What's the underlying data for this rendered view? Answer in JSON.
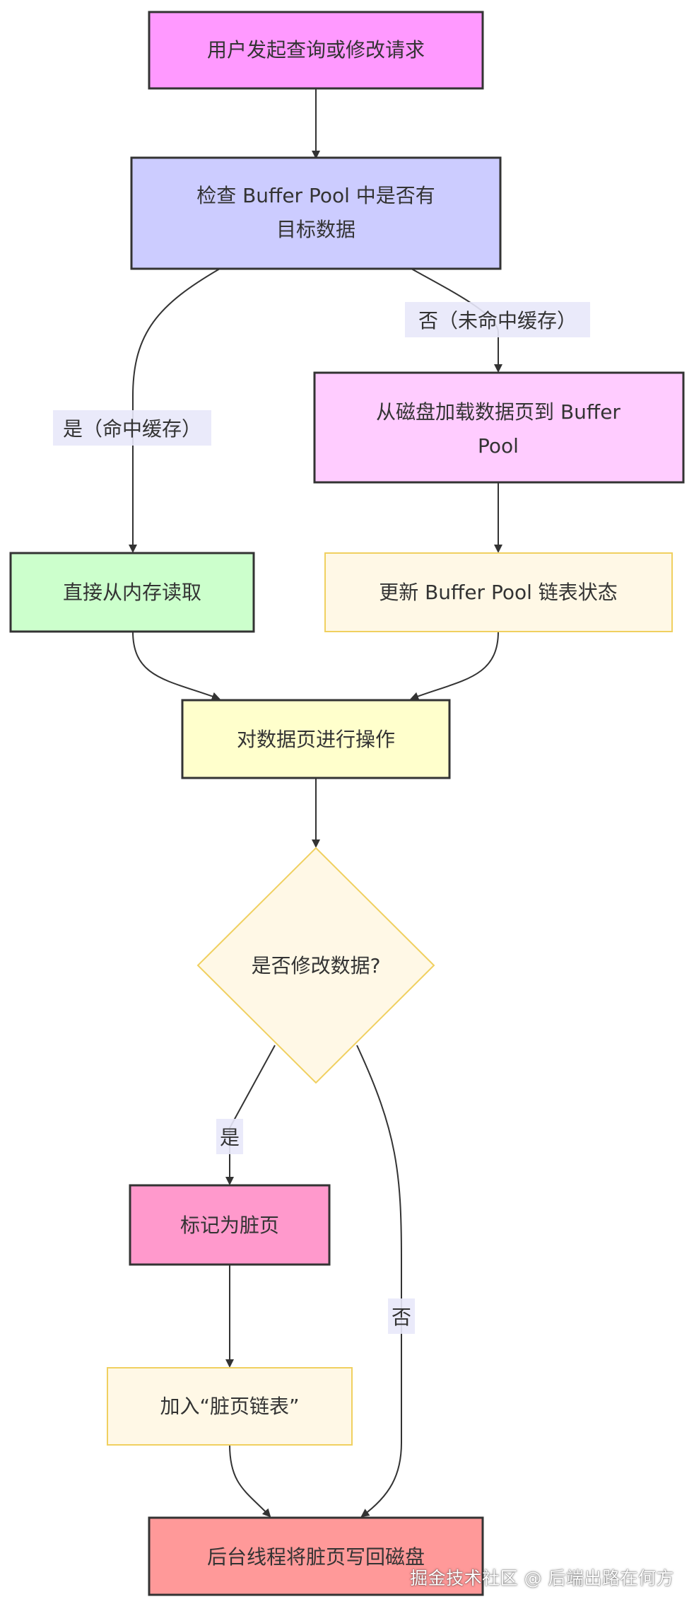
{
  "nodes": {
    "user_request": {
      "text": "用户发起查询或修改请求",
      "fill": "#ff99ff",
      "stroke": "#333333"
    },
    "check_pool": {
      "line1": "检查 Buffer Pool 中是否有",
      "line2": "目标数据",
      "fill": "#ccccff",
      "stroke": "#333333"
    },
    "load_disk": {
      "line1": "从磁盘加载数据页到 Buffer",
      "line2": "Pool",
      "fill": "#ffccff",
      "stroke": "#333333"
    },
    "read_memory": {
      "text": "直接从内存读取",
      "fill": "#ccffcc",
      "stroke": "#333333"
    },
    "update_list": {
      "text": "更新 Buffer Pool 链表状态",
      "fill": "#fff8e6",
      "stroke": "#f0d060"
    },
    "operate_page": {
      "text": "对数据页进行操作",
      "fill": "#ffffcc",
      "stroke": "#333333"
    },
    "is_modify": {
      "text": "是否修改数据?",
      "fill": "#fff8e6",
      "stroke": "#f0d060"
    },
    "mark_dirty": {
      "text": "标记为脏页",
      "fill": "#ff99cc",
      "stroke": "#333333"
    },
    "add_dirty_list": {
      "text": "加入“脏页链表”",
      "fill": "#fff8e6",
      "stroke": "#f0d060"
    },
    "flush_disk": {
      "text": "后台线程将脏页写回磁盘",
      "fill": "#ff9999",
      "stroke": "#333333"
    }
  },
  "edge_labels": {
    "miss": "否（未命中缓存）",
    "hit": "是（命中缓存）",
    "yes": "是",
    "no": "否"
  },
  "watermark": "掘金技术社区 @ 后端出路在何方"
}
